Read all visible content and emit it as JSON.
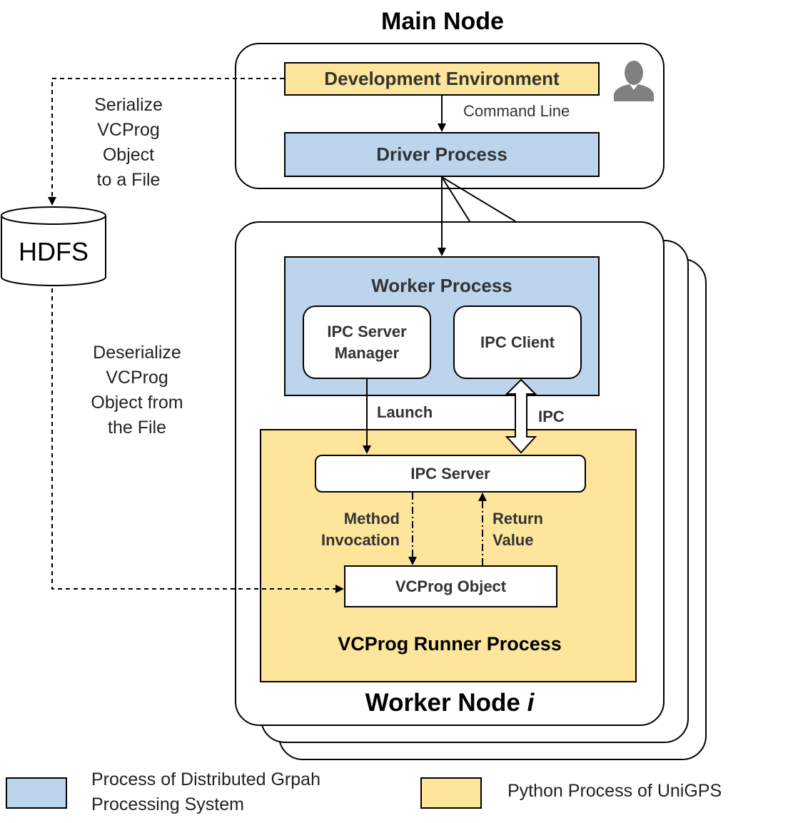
{
  "main_node": {
    "title": "Main Node",
    "dev_env": "Development Environment",
    "command_line": "Command Line",
    "driver": "Driver Process",
    "user_icon": "user-icon"
  },
  "hdfs": {
    "label": "HDFS",
    "serialize": [
      "Serialize",
      "VCProg",
      "Object",
      "to a File"
    ],
    "deserialize": [
      "Deserialize",
      "VCProg",
      "Object from",
      "the File"
    ]
  },
  "worker": {
    "title": "Worker Node ",
    "title_i": "i",
    "worker_process": "Worker Process",
    "ipc_server_manager": [
      "IPC Server",
      "Manager"
    ],
    "ipc_client": "IPC Client",
    "launch": "Launch",
    "ipc": "IPC",
    "ipc_server": "IPC Server",
    "method_invocation": [
      "Method",
      "Invocation"
    ],
    "return_value": [
      "Return",
      "Value"
    ],
    "vcprog_object": "VCProg Object",
    "runner": "VCProg Runner Process"
  },
  "legend": {
    "blue_label": [
      "Process of Distributed Grpah",
      "Processing System"
    ],
    "yellow_label": "Python Process of UniGPS",
    "colors": {
      "blue": "#bcd5ec",
      "yellow": "#fde59b"
    }
  }
}
